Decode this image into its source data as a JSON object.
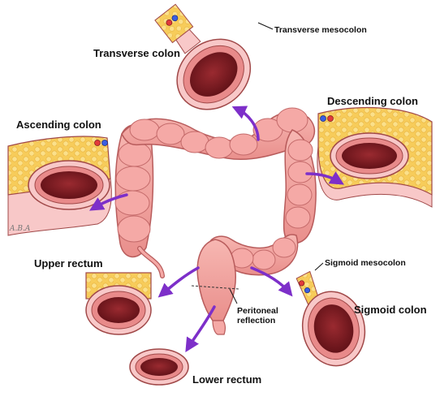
{
  "labels": {
    "transverse_colon": "Transverse colon",
    "transverse_mesocolon": "Transverse mesocolon",
    "descending_colon": "Descending colon",
    "ascending_colon": "Ascending colon",
    "upper_rectum": "Upper rectum",
    "sigmoid_mesocolon": "Sigmoid mesocolon",
    "peritoneal_reflection": [
      "Peritoneal",
      "reflection"
    ],
    "sigmoid_colon": "Sigmoid colon",
    "lower_rectum": "Lower rectum"
  },
  "artist_signature": "A.B.A",
  "colors": {
    "colon_fill": "#f2a0a0",
    "colon_outline": "#b85c5c",
    "mucosa_dark": "#7a1a1f",
    "wall_pink": "#e88a8a",
    "fat_yellow": "#f7cc5a",
    "peritoneum_pink": "#f8c8c8",
    "arrow_purple": "#7d2fc9"
  },
  "icons": {
    "artery": "red-vessel-dot",
    "vein": "blue-vessel-dot",
    "arrow": "purple-curved-arrow"
  }
}
